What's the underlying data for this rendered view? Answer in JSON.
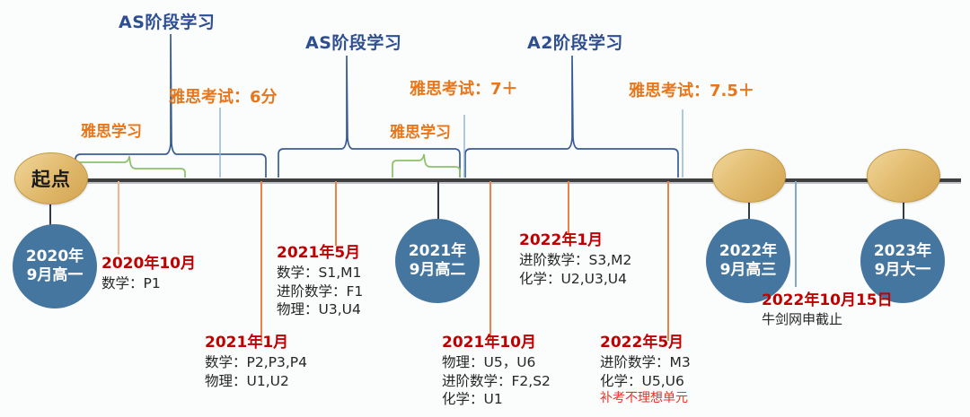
{
  "theme": {
    "background": "#fbfcfc",
    "axis_color": "#3f3f3f",
    "gold": "#e3bd72",
    "blue_circle": "#45769f",
    "date_red": "#C00000",
    "warn_red": "#E8332A",
    "orange": "#E8761B",
    "navy": "#2E4E92",
    "bracket_green": "#8CC06A",
    "connector_orange": "#ED8048"
  },
  "timeline": {
    "start_node": {
      "label": "起点"
    },
    "gold_nodes": [
      {
        "label": "起点"
      },
      {
        "label": ""
      },
      {
        "label": ""
      }
    ],
    "milestones": [
      {
        "id": "m1",
        "label": "2020年\n9月高一",
        "line1": "2020年",
        "line2": "9月高一"
      },
      {
        "id": "m2",
        "label": "2021年\n9月高二",
        "line1": "2021年",
        "line2": "9月高二"
      },
      {
        "id": "m3",
        "label": "2022年\n9月高三",
        "line1": "2022年",
        "line2": "9月高三"
      },
      {
        "id": "m4",
        "label": "2023年\n9月大一",
        "line1": "2023年",
        "line2": "9月大一"
      }
    ]
  },
  "stage_labels": [
    {
      "id": "as1",
      "text": "AS阶段学习"
    },
    {
      "id": "as2",
      "text": "AS阶段学习"
    },
    {
      "id": "a2",
      "text": "A2阶段学习"
    }
  ],
  "ielts_labels": [
    {
      "id": "ielts-exam-1",
      "text": "雅思考试：6分"
    },
    {
      "id": "ielts-exam-2",
      "text": "雅思考试：7＋"
    },
    {
      "id": "ielts-exam-3",
      "text": "雅思考试：7.5＋"
    }
  ],
  "ielts_study_labels": [
    {
      "id": "ielts-study-1",
      "text": "雅思学习"
    },
    {
      "id": "ielts-study-2",
      "text": "雅思学习"
    }
  ],
  "entries": [
    {
      "id": "e-2020-10",
      "date": "2020年10月",
      "lines": [
        "数学：P1"
      ],
      "warn": ""
    },
    {
      "id": "e-2021-01",
      "date": "2021年1月",
      "lines": [
        "数学：P2,P3,P4",
        "物理：U1,U2"
      ],
      "warn": ""
    },
    {
      "id": "e-2021-05",
      "date": "2021年5月",
      "lines": [
        "数学：S1,M1",
        "进阶数学：F1",
        "物理：U3,U4"
      ],
      "warn": ""
    },
    {
      "id": "e-2021-10",
      "date": "2021年10月",
      "lines": [
        "物理：U5，U6",
        "进阶数学：F2,S2",
        "化学：U1"
      ],
      "warn": ""
    },
    {
      "id": "e-2022-01",
      "date": "2022年1月",
      "lines": [
        "进阶数学：S3,M2",
        "化学：U2,U3,U4"
      ],
      "warn": ""
    },
    {
      "id": "e-2022-05",
      "date": "2022年5月",
      "lines": [
        "进阶数学：M3",
        "化学：U5,U6"
      ],
      "warn": "补考不理想单元"
    },
    {
      "id": "e-2022-10-15",
      "date": "2022年10月15日",
      "lines": [
        "牛剑网申截止"
      ],
      "warn": ""
    }
  ]
}
